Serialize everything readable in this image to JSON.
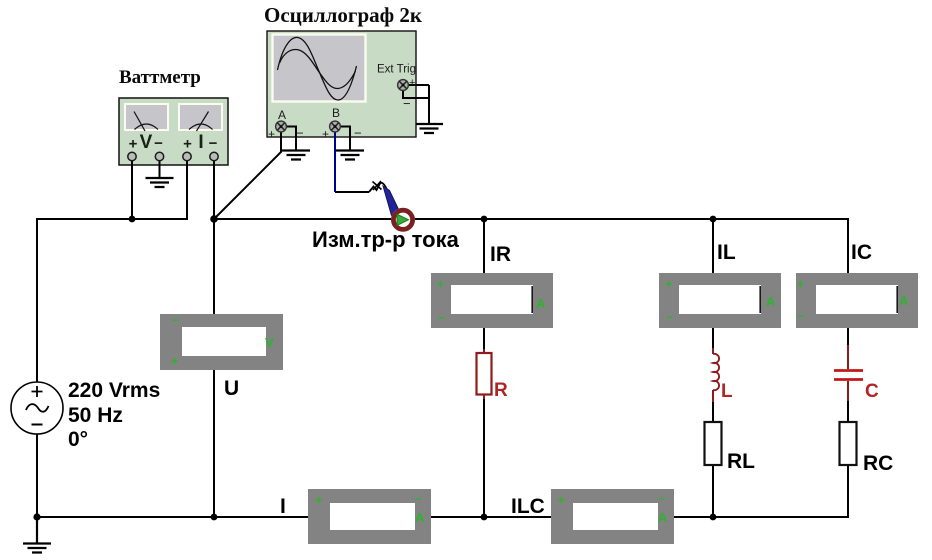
{
  "oscilloscope": {
    "title": "Осциллограф 2к",
    "ext_trig": "Ext Trig",
    "channel_a": "A",
    "channel_b": "B",
    "a_plus": "+",
    "a_minus": "−",
    "b_plus": "+",
    "b_minus": "−",
    "ext_plus": "+",
    "ext_minus": "−"
  },
  "wattmeter": {
    "title": "Ваттметр",
    "v_plus": "+",
    "v_letter": "V",
    "v_minus": "−",
    "i_plus": "+",
    "i_letter": "I",
    "i_minus": "−"
  },
  "probe": {
    "label": "Изм.тр-р тока"
  },
  "source": {
    "value": "220 Vrms",
    "frequency": "50 Hz",
    "phase": "0°",
    "plus": "+",
    "minus": "−"
  },
  "meters": {
    "u": {
      "label": "U",
      "unit": "V",
      "plus": "+",
      "minus": "−"
    },
    "ir": {
      "label": "IR",
      "unit": "A",
      "plus": "+",
      "minus": "−"
    },
    "il": {
      "label": "IL",
      "unit": "A",
      "plus": "+",
      "minus": "−"
    },
    "ic": {
      "label": "IC",
      "unit": "A",
      "plus": "+",
      "minus": "−"
    },
    "i": {
      "label": "I",
      "unit": "A",
      "plus": "+",
      "minus": "−"
    },
    "ilc": {
      "label": "ILC",
      "unit": "A",
      "plus": "+",
      "minus": "−"
    }
  },
  "components": {
    "r": "R",
    "l": "L",
    "c": "C",
    "rl": "RL",
    "rc": "RC"
  },
  "colors": {
    "background": "#ffffff",
    "instrument_green": "#c8dbc5",
    "screen_gray": "#c6c6ca",
    "meter_block_gray": "#838383",
    "mark_green": "#2db32d",
    "component_red": "#8f1c1c",
    "label_red": "#b02525",
    "capacitor_red": "#c01818",
    "probe_ring_maroon": "#7a2020",
    "probe_cone_navy": "#232398",
    "channel_b_wire_blue": "#00008b",
    "wire_black": "#000000"
  }
}
